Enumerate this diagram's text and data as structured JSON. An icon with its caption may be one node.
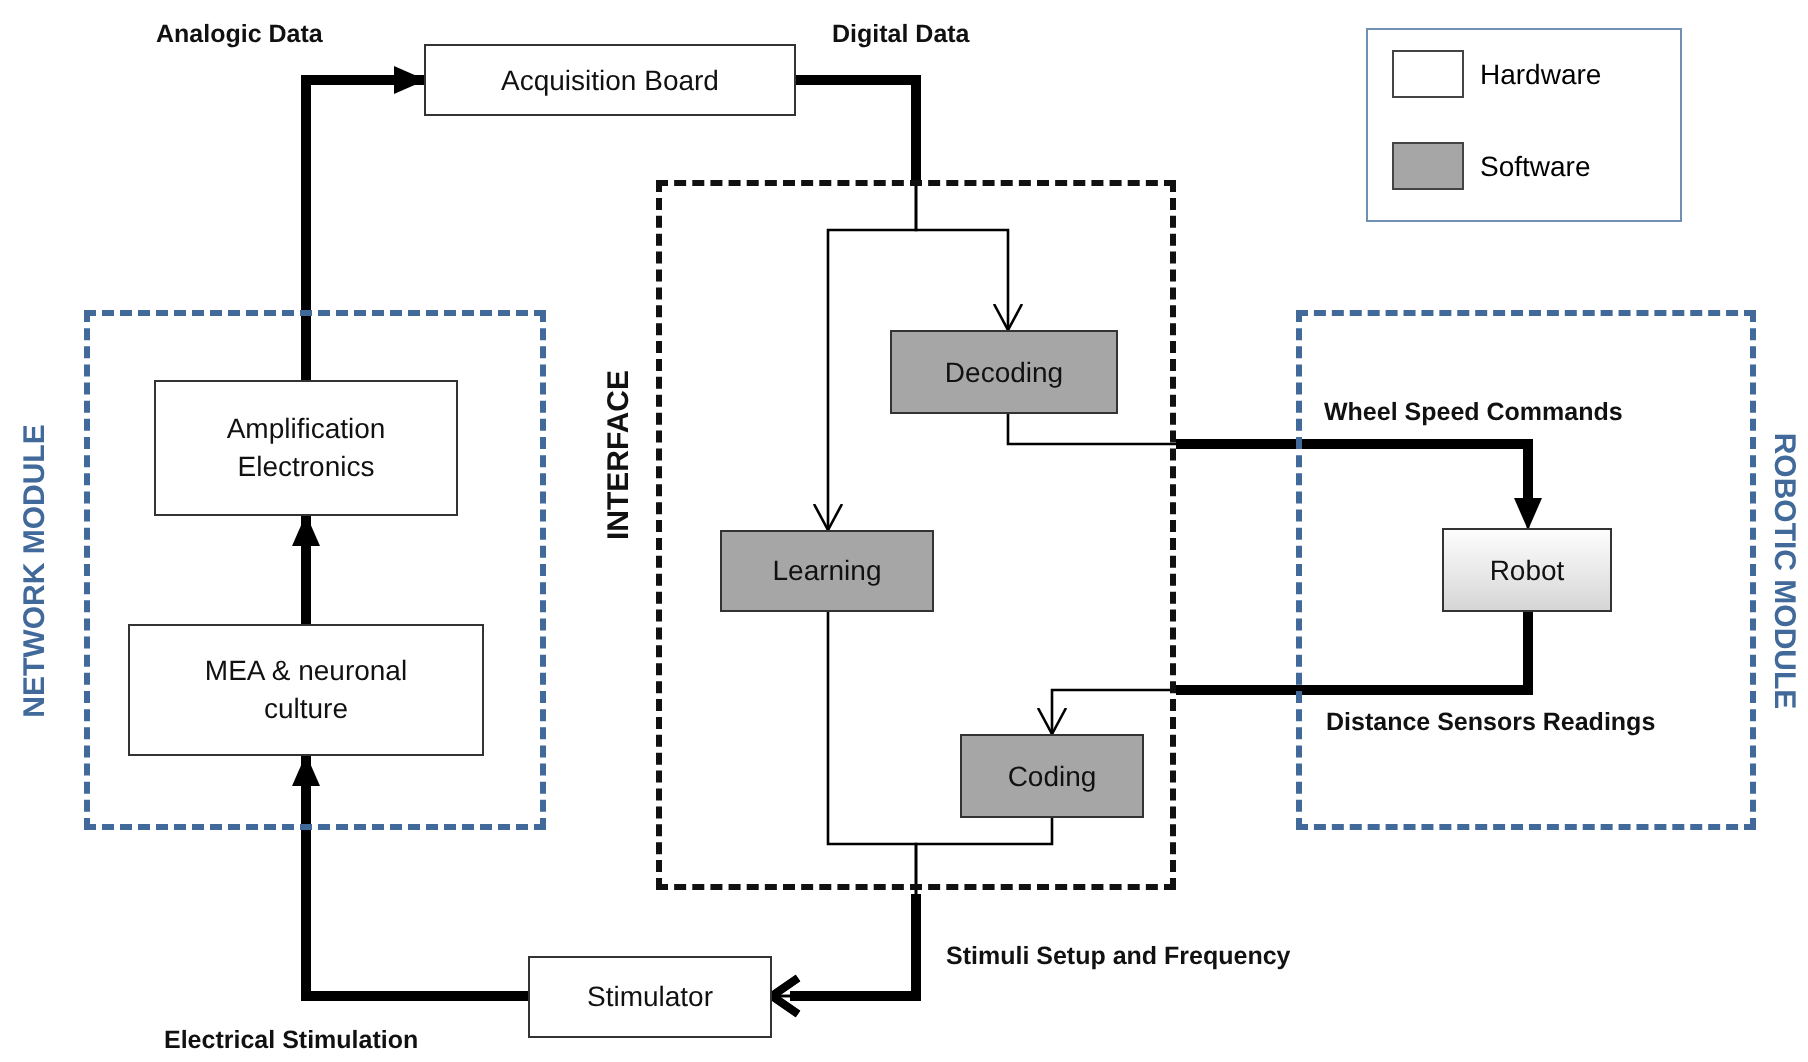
{
  "diagram": {
    "nodes": [
      {
        "text": [
          "NETWORK MODULE"
        ]
      },
      {
        "text": [
          "Amplification Electronics"
        ],
        "in": 0
      },
      {
        "text": [
          "MEA & neuronal culture"
        ],
        "in": 0
      },
      {
        "text": [
          "Acquisition Board"
        ]
      },
      {
        "text": [
          "INTERFACE"
        ]
      },
      {
        "text": [
          "Decoding"
        ],
        "in": 4
      },
      {
        "text": [
          "Learning"
        ],
        "in": 4
      },
      {
        "text": [
          "Coding"
        ],
        "in": 4
      },
      {
        "text": [
          "ROBOTIC MODULE"
        ]
      },
      {
        "text": [
          "Robot"
        ],
        "in": 8
      },
      {
        "text": [
          "Stimulator"
        ]
      }
    ],
    "edges": [
      {
        "from": 2,
        "to": 1,
        "arrow": "to",
        "style": "thick"
      },
      {
        "from": 1,
        "to": 3,
        "arrow": "to",
        "style": "thick",
        "label": "Analogic Data"
      },
      {
        "from": 3,
        "to": 5,
        "arrow": "to",
        "label": "Digital Data"
      },
      {
        "from": 3,
        "to": 6,
        "arrow": "to"
      },
      {
        "from": 5,
        "to": 9,
        "arrow": "to",
        "label": "Wheel Speed Commands"
      },
      {
        "from": 9,
        "to": 7,
        "arrow": "to",
        "label": "Distance Sensors Readings"
      },
      {
        "from": 6,
        "to": 10,
        "arrow": "to"
      },
      {
        "from": 7,
        "to": 10,
        "arrow": "to",
        "label": "Stimuli Setup and Frequency"
      },
      {
        "from": 10,
        "to": 2,
        "arrow": "to",
        "style": "thick",
        "label": "Electrical Stimulation"
      }
    ],
    "legend": [
      {
        "text": "Hardware",
        "color": "#ffffff"
      },
      {
        "text": "Software",
        "color": "#a6a6a6"
      }
    ]
  }
}
